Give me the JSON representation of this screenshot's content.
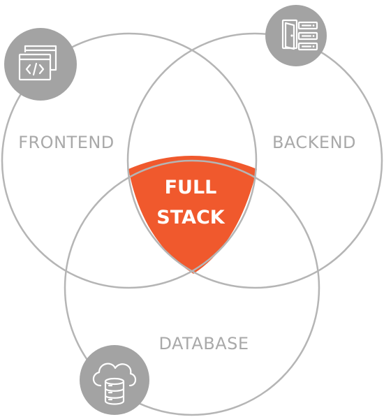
{
  "diagram": {
    "regions": [
      {
        "name": "frontend",
        "label": "FRONTEND"
      },
      {
        "name": "backend",
        "label": "BACKEND"
      },
      {
        "name": "database",
        "label": "DATABASE"
      }
    ],
    "center": {
      "line1": "FULL",
      "line2": "STACK",
      "color": "#f0592d"
    },
    "icons": {
      "frontend": "code-window-icon",
      "backend": "server-door-icon",
      "database": "cloud-database-icon"
    },
    "colors": {
      "outline": "#b5b5b5",
      "label": "#a9a9a9",
      "icon_badge": "#a3a3a3",
      "accent": "#f0592d"
    }
  }
}
